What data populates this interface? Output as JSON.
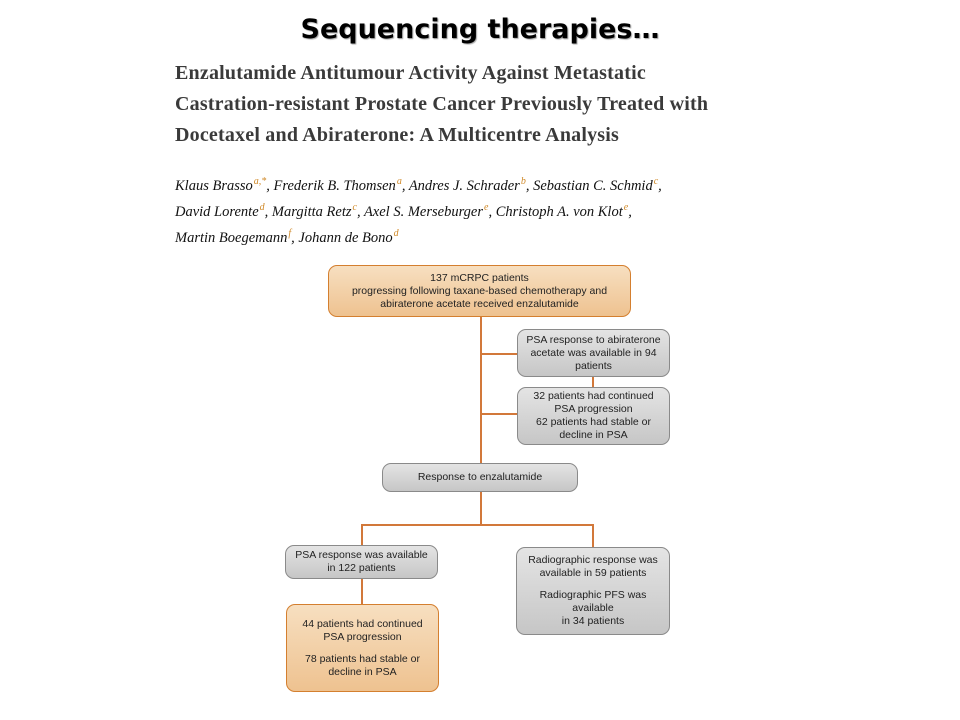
{
  "slide": {
    "title": "Sequencing therapies…"
  },
  "paper": {
    "title_lines": [
      "Enzalutamide Antitumour Activity Against Metastatic",
      "Castration-resistant Prostate Cancer Previously Treated with",
      "Docetaxel and Abiraterone: A Multicentre Analysis"
    ],
    "authors": [
      {
        "name": "Klaus Brasso",
        "aff": "a,*"
      },
      {
        "name": "Frederik B. Thomsen",
        "aff": "a"
      },
      {
        "name": "Andres J. Schrader",
        "aff": "b"
      },
      {
        "name": "Sebastian C. Schmid",
        "aff": "c"
      },
      {
        "name": "David Lorente",
        "aff": "d"
      },
      {
        "name": "Margitta Retz",
        "aff": "c"
      },
      {
        "name": "Axel S. Merseburger",
        "aff": "e"
      },
      {
        "name": "Christoph A. von Klot",
        "aff": "e"
      },
      {
        "name": "Martin Boegemann",
        "aff": "f"
      },
      {
        "name": "Johann de Bono",
        "aff": "d"
      }
    ]
  },
  "flowchart": {
    "top": [
      "137 mCRPC patients",
      "progressing following taxane-based chemotherapy and",
      "abiraterone acetate received enzalutamide"
    ],
    "abi_available": [
      "PSA response to abiraterone",
      "acetate was available in 94",
      "patients"
    ],
    "abi_results": [
      "32 patients had continued",
      "PSA progression",
      "62 patients had stable or",
      "decline in PSA"
    ],
    "response": [
      "Response to enzalutamide"
    ],
    "psa_available": [
      "PSA response was available",
      "in 122 patients"
    ],
    "radio": [
      "Radiographic response was",
      "available in 59 patients",
      "",
      "Radiographic PFS was",
      "available",
      "in 34 patients"
    ],
    "psa_results": [
      "44 patients had continued",
      "PSA progression",
      "",
      "78 patients had stable or",
      "decline in PSA"
    ]
  }
}
